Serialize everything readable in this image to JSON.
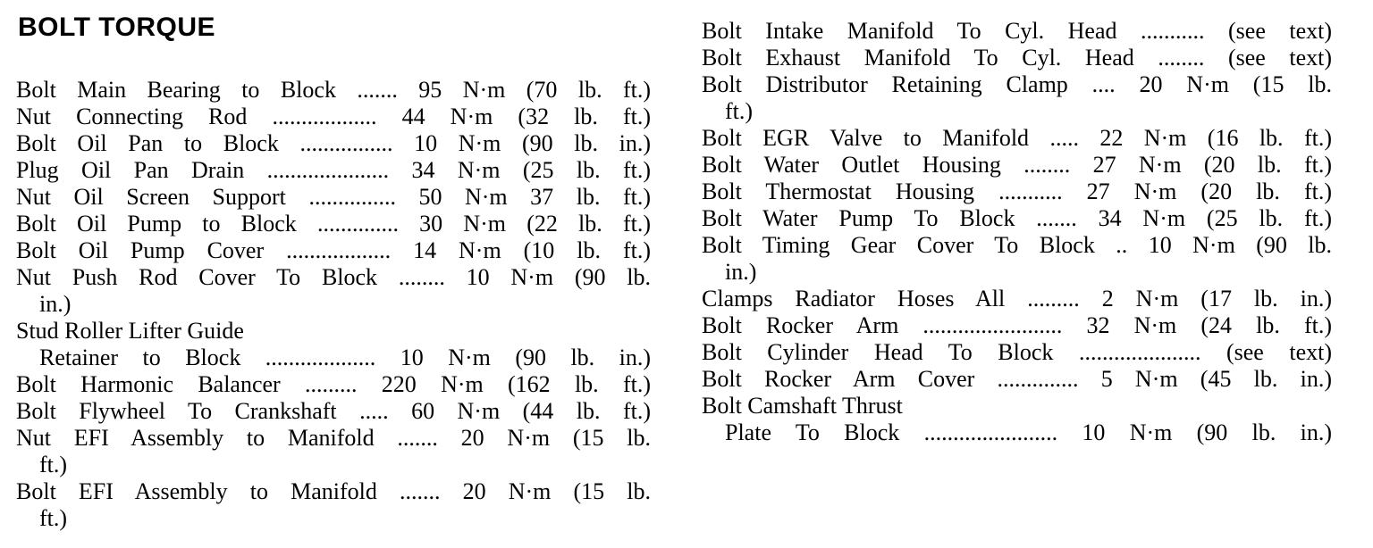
{
  "page": {
    "background_color": "#ffffff",
    "text_color": "#000000"
  },
  "heading": {
    "title": "BOLT TORQUE"
  },
  "columns": {
    "left": [
      {
        "label": "Bolt Main Bearing to Block",
        "dots": ".......",
        "value": "95 N·m (70 lb. ft.)",
        "indent": false,
        "justify": true
      },
      {
        "label": "Nut Connecting Rod",
        "dots": "..................",
        "value": "44 N·m (32 lb. ft.)",
        "indent": false,
        "justify": true
      },
      {
        "label": "Bolt Oil Pan to Block",
        "dots": "................",
        "value": "10 N·m (90 lb. in.)",
        "indent": false,
        "justify": true
      },
      {
        "label": "Plug Oil Pan Drain",
        "dots": ".....................",
        "value": "34 N·m (25 lb. ft.)",
        "indent": false,
        "justify": true
      },
      {
        "label": "Nut Oil Screen Support",
        "dots": "...............",
        "value": "50 N·m 37 lb. ft.)",
        "indent": false,
        "justify": true
      },
      {
        "label": "Bolt Oil Pump to Block",
        "dots": "..............",
        "value": "30 N·m (22 lb. ft.)",
        "indent": false,
        "justify": true
      },
      {
        "label": "Bolt Oil Pump Cover",
        "dots": "..................",
        "value": "14 N·m (10 lb. ft.)",
        "indent": false,
        "justify": true
      },
      {
        "label": "Nut Push Rod Cover To Block",
        "dots": "........",
        "value": "10 N·m (90 lb.",
        "indent": false,
        "justify": true
      },
      {
        "label": "in.)",
        "dots": "",
        "value": "",
        "indent": true,
        "justify": false
      },
      {
        "label": "Stud Roller Lifter Guide",
        "dots": "",
        "value": "",
        "indent": false,
        "justify": false
      },
      {
        "label": "Retainer to Block",
        "dots": "...................",
        "value": "10 N·m (90 lb. in.)",
        "indent": true,
        "justify": true
      },
      {
        "label": "Bolt Harmonic Balancer",
        "dots": ".........",
        "value": "220 N·m (162 lb. ft.)",
        "indent": false,
        "justify": true
      },
      {
        "label": "Bolt Flywheel To Crankshaft",
        "dots": ".....",
        "value": "60 N·m (44 lb. ft.)",
        "indent": false,
        "justify": true
      },
      {
        "label": "Nut EFI Assembly to Manifold",
        "dots": ".......",
        "value": "20 N·m (15 lb.",
        "indent": false,
        "justify": true
      },
      {
        "label": "ft.)",
        "dots": "",
        "value": "",
        "indent": true,
        "justify": false
      },
      {
        "label": "Bolt EFI Assembly to Manifold",
        "dots": ".......",
        "value": "20 N·m (15 lb.",
        "indent": false,
        "justify": true
      },
      {
        "label": "ft.)",
        "dots": "",
        "value": "",
        "indent": true,
        "justify": false
      }
    ],
    "right": [
      {
        "label": "Bolt Intake Manifold To Cyl. Head",
        "dots": "...........",
        "value": "(see text)",
        "indent": false,
        "justify": true
      },
      {
        "label": "Bolt Exhaust Manifold To Cyl. Head",
        "dots": "........",
        "value": "(see text)",
        "indent": false,
        "justify": true
      },
      {
        "label": "Bolt Distributor Retaining Clamp",
        "dots": "....",
        "value": "20 N·m (15 lb.",
        "indent": false,
        "justify": true
      },
      {
        "label": "ft.)",
        "dots": "",
        "value": "",
        "indent": true,
        "justify": false
      },
      {
        "label": "Bolt EGR Valve to Manifold",
        "dots": ".....",
        "value": "22 N·m (16 lb. ft.)",
        "indent": false,
        "justify": true
      },
      {
        "label": "Bolt Water Outlet Housing",
        "dots": "........",
        "value": "27 N·m (20 lb. ft.)",
        "indent": false,
        "justify": true
      },
      {
        "label": "Bolt Thermostat Housing",
        "dots": "...........",
        "value": "27 N·m (20 lb. ft.)",
        "indent": false,
        "justify": true
      },
      {
        "label": "Bolt Water Pump To Block",
        "dots": ".......",
        "value": "34 N·m (25 lb. ft.)",
        "indent": false,
        "justify": true
      },
      {
        "label": "Bolt Timing Gear Cover To Block",
        "dots": "..",
        "value": "10 N·m (90 lb.",
        "indent": false,
        "justify": true
      },
      {
        "label": "in.)",
        "dots": "",
        "value": "",
        "indent": true,
        "justify": false
      },
      {
        "label": "Clamps Radiator Hoses All",
        "dots": ".........",
        "value": "2 N·m (17 lb. in.)",
        "indent": false,
        "justify": true
      },
      {
        "label": "Bolt Rocker Arm",
        "dots": "........................",
        "value": "32 N·m (24 lb. ft.)",
        "indent": false,
        "justify": true
      },
      {
        "label": "Bolt Cylinder Head To Block",
        "dots": ".....................",
        "value": "(see text)",
        "indent": false,
        "justify": true
      },
      {
        "label": "Bolt Rocker Arm Cover",
        "dots": "..............",
        "value": "5 N·m (45 lb. in.)",
        "indent": false,
        "justify": true
      },
      {
        "label": "Bolt Camshaft Thrust",
        "dots": "",
        "value": "",
        "indent": false,
        "justify": false
      },
      {
        "label": "Plate To Block",
        "dots": ".......................",
        "value": "10 N·m (90 lb. in.)",
        "indent": true,
        "justify": true
      }
    ]
  }
}
